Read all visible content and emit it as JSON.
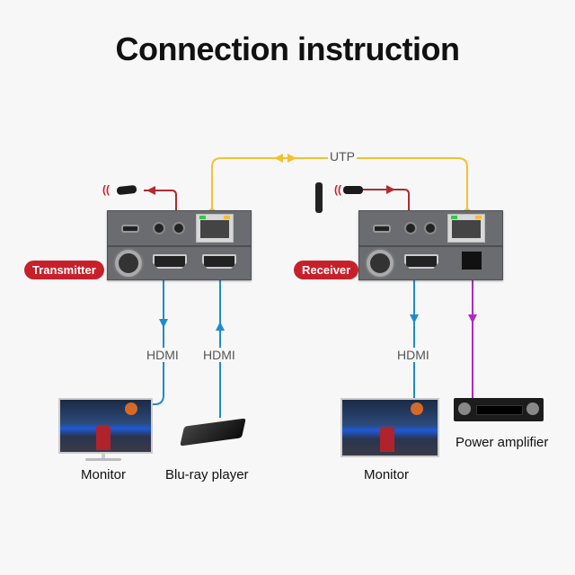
{
  "title": "Connection instruction",
  "colors": {
    "badge": "#c8202a",
    "utp_cable": "#f2c12e",
    "ir_cable": "#b02a30",
    "hdmi_cable": "#1e8bd0",
    "audio_cable": "#b02ac0"
  },
  "cables": {
    "utp": "UTP",
    "hdmi_tx_out": "HDMI",
    "hdmi_tx_in": "HDMI",
    "hdmi_rx_out": "HDMI"
  },
  "devices": {
    "transmitter": {
      "label": "Transmitter"
    },
    "receiver": {
      "label": "Receiver"
    },
    "monitor_tx": {
      "label": "Monitor"
    },
    "bluray": {
      "label": "Blu-ray player"
    },
    "monitor_rx": {
      "label": "Monitor"
    },
    "amplifier": {
      "label": "Power amplifier"
    }
  },
  "icons": {
    "ir_emitter": "ir-emitter-icon",
    "ir_receiver": "ir-receiver-icon",
    "remote": "remote-control-icon"
  }
}
